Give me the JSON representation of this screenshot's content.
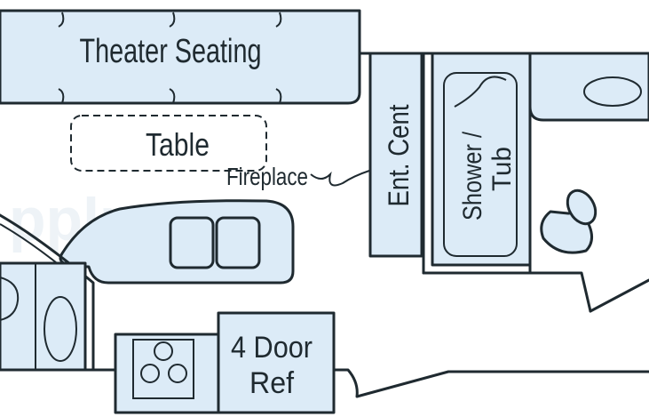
{
  "labels": {
    "theater_seating": "Theater Seating",
    "table": "Table",
    "fireplace": "Fireplace",
    "ent_cent": "Ent. Cent",
    "shower_tub_line1": "Shower /",
    "shower_tub_line2": "Tub",
    "ref_line1": "4 Door",
    "ref_line2": "Ref"
  },
  "watermark": "pplm      com"
}
